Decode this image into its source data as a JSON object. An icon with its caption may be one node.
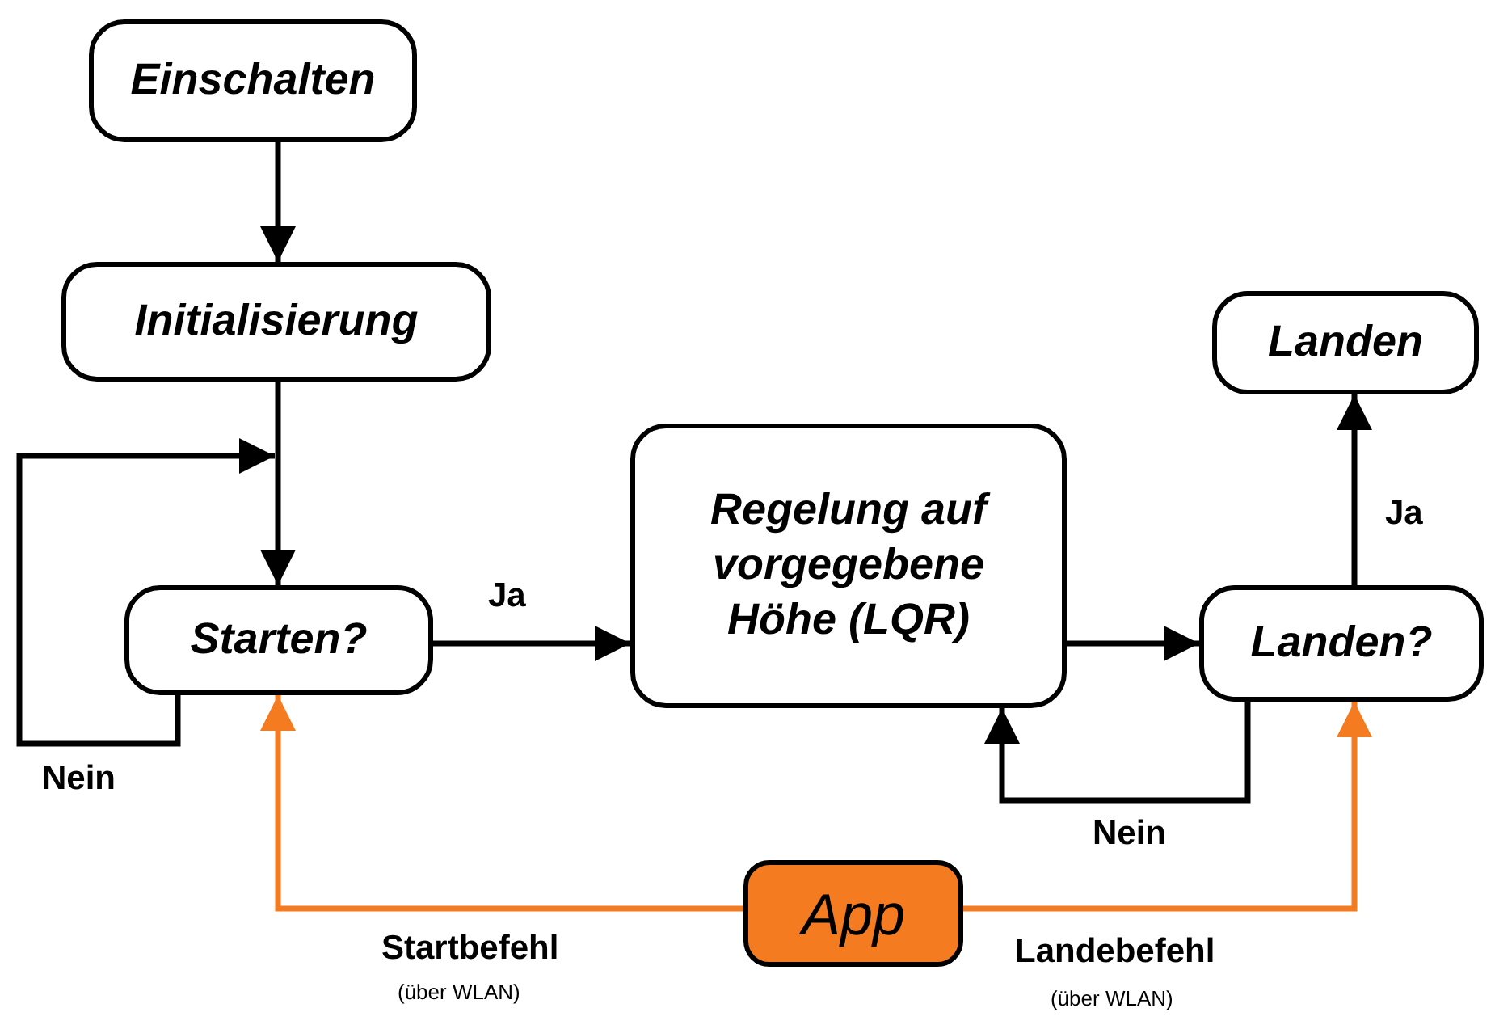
{
  "diagram": {
    "nodes": [
      {
        "text": [
          "Einschalten"
        ]
      },
      {
        "text": [
          "Initialisierung"
        ]
      },
      {
        "text": [
          "Starten?"
        ]
      },
      {
        "text": [
          "Regelung auf vorgegebene Höhe (LQR)"
        ]
      },
      {
        "text": [
          "Landen?"
        ]
      },
      {
        "text": [
          "Landen"
        ]
      },
      {
        "text": [
          "App"
        ]
      }
    ],
    "edges": [
      {
        "from": 0,
        "to": 1,
        "arrow": "to"
      },
      {
        "from": 1,
        "to": 2,
        "arrow": "to"
      },
      {
        "from": 2,
        "to": 2,
        "arrow": "to",
        "label": "Nein"
      },
      {
        "from": 2,
        "to": 3,
        "arrow": "to",
        "label": "Ja"
      },
      {
        "from": 3,
        "to": 4,
        "arrow": "to"
      },
      {
        "from": 4,
        "to": 3,
        "arrow": "to",
        "label": "Nein"
      },
      {
        "from": 4,
        "to": 5,
        "arrow": "to",
        "label": "Ja"
      },
      {
        "from": 6,
        "to": 2,
        "arrow": "to",
        "label": "Startbefehl",
        "color": "#f47b20"
      },
      {
        "from": 6,
        "to": 4,
        "arrow": "to",
        "label": "Landebefehl",
        "color": "#f47b20"
      }
    ],
    "labels": [
      "(über WLAN)",
      "(über WLAN)"
    ]
  }
}
